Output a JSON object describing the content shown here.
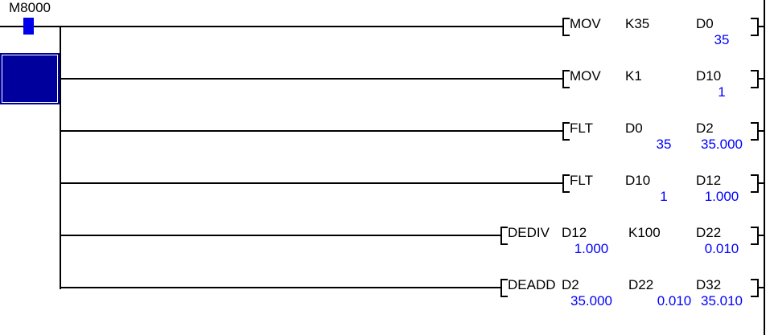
{
  "editor": {
    "mode": "ladder-monitor",
    "contact": {
      "device": "M8000",
      "state": "on"
    },
    "rungs": [
      {
        "command": "MOV",
        "operands": [
          {
            "device": "K35"
          },
          {
            "device": "D0",
            "monitor": "35"
          }
        ]
      },
      {
        "command": "MOV",
        "operands": [
          {
            "device": "K1"
          },
          {
            "device": "D10",
            "monitor": "1"
          }
        ]
      },
      {
        "command": "FLT",
        "operands": [
          {
            "device": "D0",
            "monitor": "35"
          },
          {
            "device": "D2",
            "monitor": "35.000"
          }
        ]
      },
      {
        "command": "FLT",
        "operands": [
          {
            "device": "D10",
            "monitor": "1"
          },
          {
            "device": "D12",
            "monitor": "1.000"
          }
        ]
      },
      {
        "command": "DEDIV",
        "operands": [
          {
            "device": "D12",
            "monitor": "1.000"
          },
          {
            "device": "K100"
          },
          {
            "device": "D22",
            "monitor": "0.010"
          }
        ]
      },
      {
        "command": "DEADD",
        "operands": [
          {
            "device": "D2",
            "monitor": "35.000"
          },
          {
            "device": "D22",
            "monitor": "0.010"
          },
          {
            "device": "D32",
            "monitor": "35.010"
          }
        ]
      }
    ],
    "colors": {
      "wire": "#000000",
      "monitor_text": "#0000ff",
      "contact_on_fill": "#0000e8",
      "cursor_fill": "#00009c",
      "background": "#ffffff"
    }
  }
}
